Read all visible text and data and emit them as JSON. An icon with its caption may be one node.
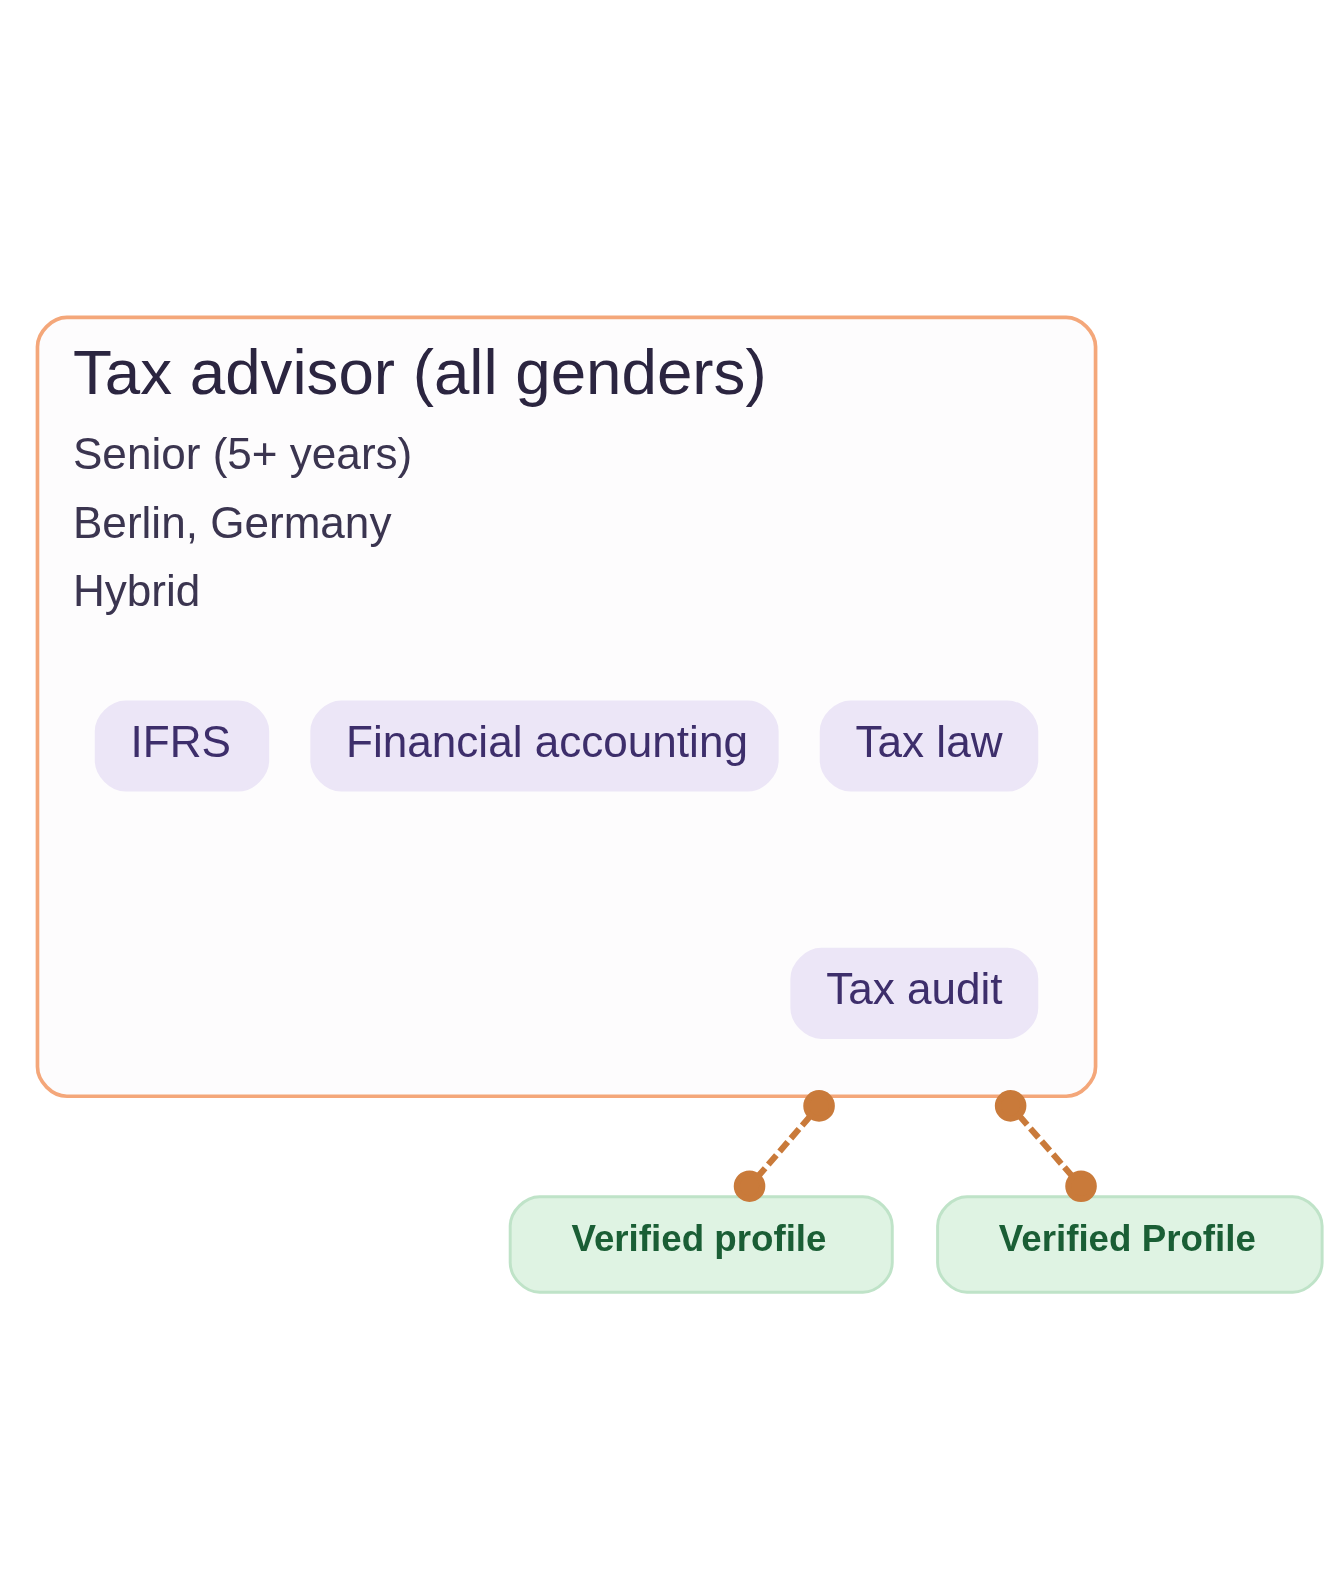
{
  "diagram": {
    "nodes": [
      {
        "text": [
          "Tax advisor (all genders)",
          "Senior (5+ years)",
          "Berlin, Germany",
          "Hybrid"
        ]
      },
      {
        "text": [
          "Tax law"
        ],
        "in": 0
      },
      {
        "text": [
          "Financial accounting"
        ],
        "in": 0
      },
      {
        "text": [
          "IFRS"
        ],
        "in": 0
      },
      {
        "text": [
          "Tax audit"
        ],
        "in": 0
      },
      {
        "text": [
          "Verified profile"
        ]
      },
      {
        "text": [
          "Verified Profile"
        ]
      }
    ],
    "edges": [
      {
        "from": 0,
        "to": 5,
        "arrow": "other",
        "style": "dashed"
      },
      {
        "from": 0,
        "to": 6,
        "arrow": "other",
        "style": "dashed"
      }
    ]
  }
}
